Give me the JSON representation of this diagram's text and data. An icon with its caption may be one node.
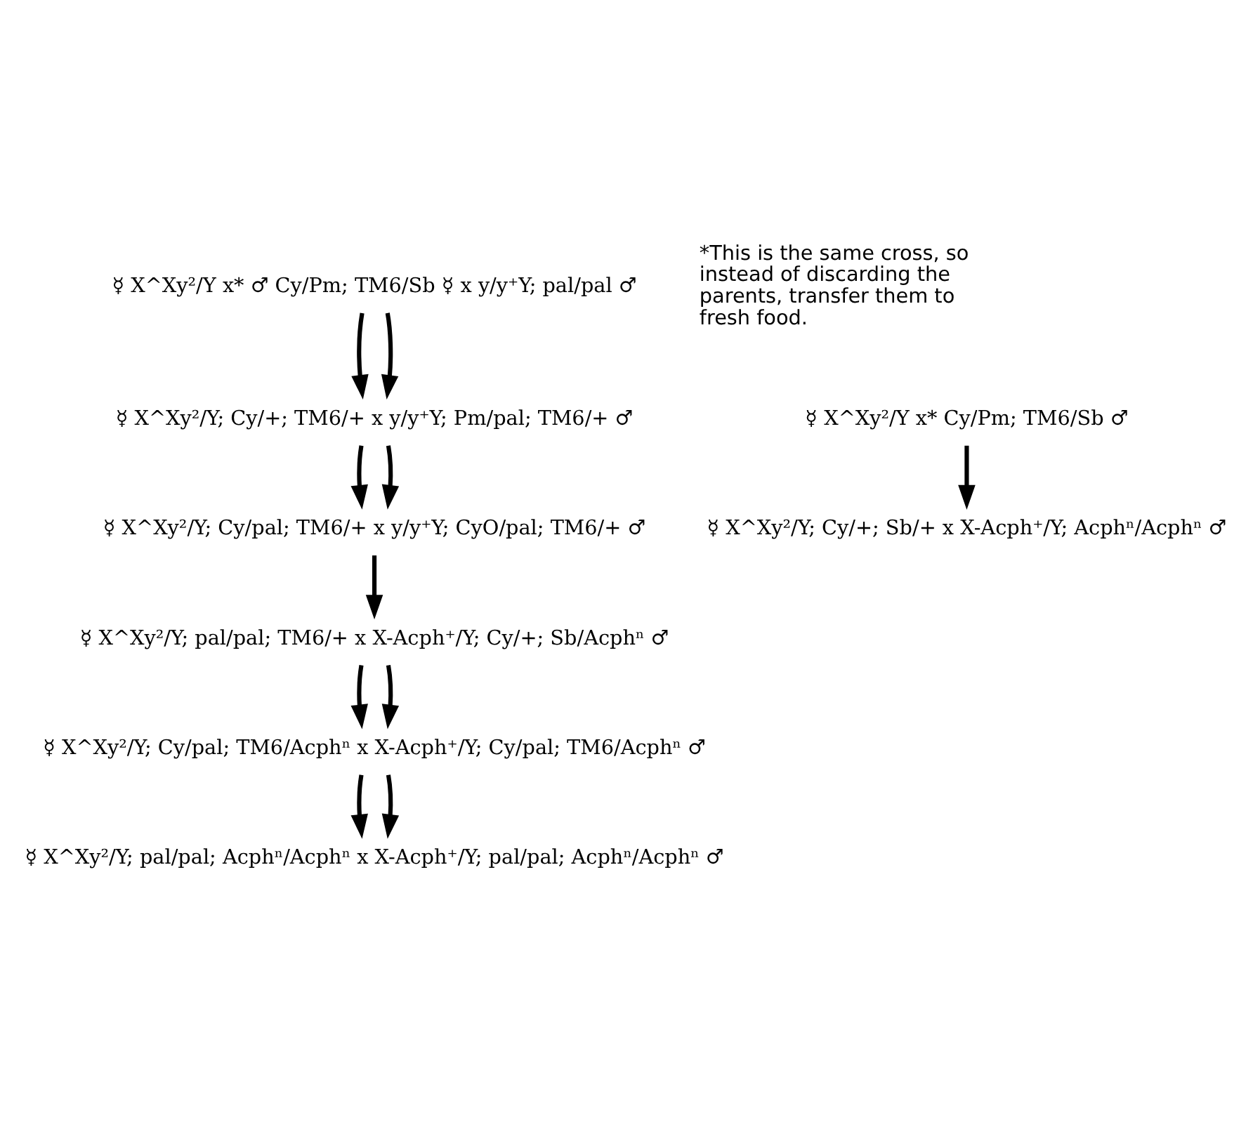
{
  "diagram": {
    "nodes": [
      {
        "text": [
          "☿ X^Xy²/Y x* ♂ Cy/Pm; TM6/Sb ☿ x y/y⁺Y; pal/pal ♂"
        ]
      },
      {
        "text": [
          "☿ X^Xy²/Y; Cy/+; TM6/+ x y/y⁺Y; Pm/pal; TM6/+ ♂"
        ]
      },
      {
        "text": [
          "☿ X^Xy²/Y x* Cy/Pm; TM6/Sb ♂"
        ]
      },
      {
        "text": [
          "☿ X^Xy²/Y; Cy/pal; TM6/+ x y/y⁺Y; CyO/pal; TM6/+ ♂"
        ]
      },
      {
        "text": [
          "☿ X^Xy²/Y; Cy/+; Sb/+ x X-Acph⁺/Y; Acphⁿ/Acphⁿ ♂"
        ]
      },
      {
        "text": [
          "☿ X^Xy²/Y; pal/pal; TM6/+ x X-Acph⁺/Y; Cy/+; Sb/Acphⁿ ♂"
        ]
      },
      {
        "text": [
          "☿ X^Xy²/Y; Cy/pal; TM6/Acphⁿ x X-Acph⁺/Y; Cy/pal; TM6/Acphⁿ ♂"
        ]
      },
      {
        "text": [
          "☿ X^Xy²/Y; pal/pal; Acphⁿ/Acphⁿ x X-Acph⁺/Y; pal/pal; Acphⁿ/Acphⁿ ♂"
        ]
      }
    ],
    "edges": [
      {
        "from": 0,
        "to": 1,
        "arrow": "to"
      },
      {
        "from": 0,
        "to": 1,
        "arrow": "to"
      },
      {
        "from": 1,
        "to": 3,
        "arrow": "to"
      },
      {
        "from": 1,
        "to": 3,
        "arrow": "to"
      },
      {
        "from": 2,
        "to": 4,
        "arrow": "to"
      },
      {
        "from": 3,
        "to": 5,
        "arrow": "to"
      },
      {
        "from": 5,
        "to": 6,
        "arrow": "to"
      },
      {
        "from": 5,
        "to": 6,
        "arrow": "to"
      },
      {
        "from": 6,
        "to": 7,
        "arrow": "to"
      },
      {
        "from": 6,
        "to": 7,
        "arrow": "to"
      }
    ],
    "labels": [
      "*This is the same cross, so instead of discarding the parents, transfer them to fresh food."
    ]
  }
}
